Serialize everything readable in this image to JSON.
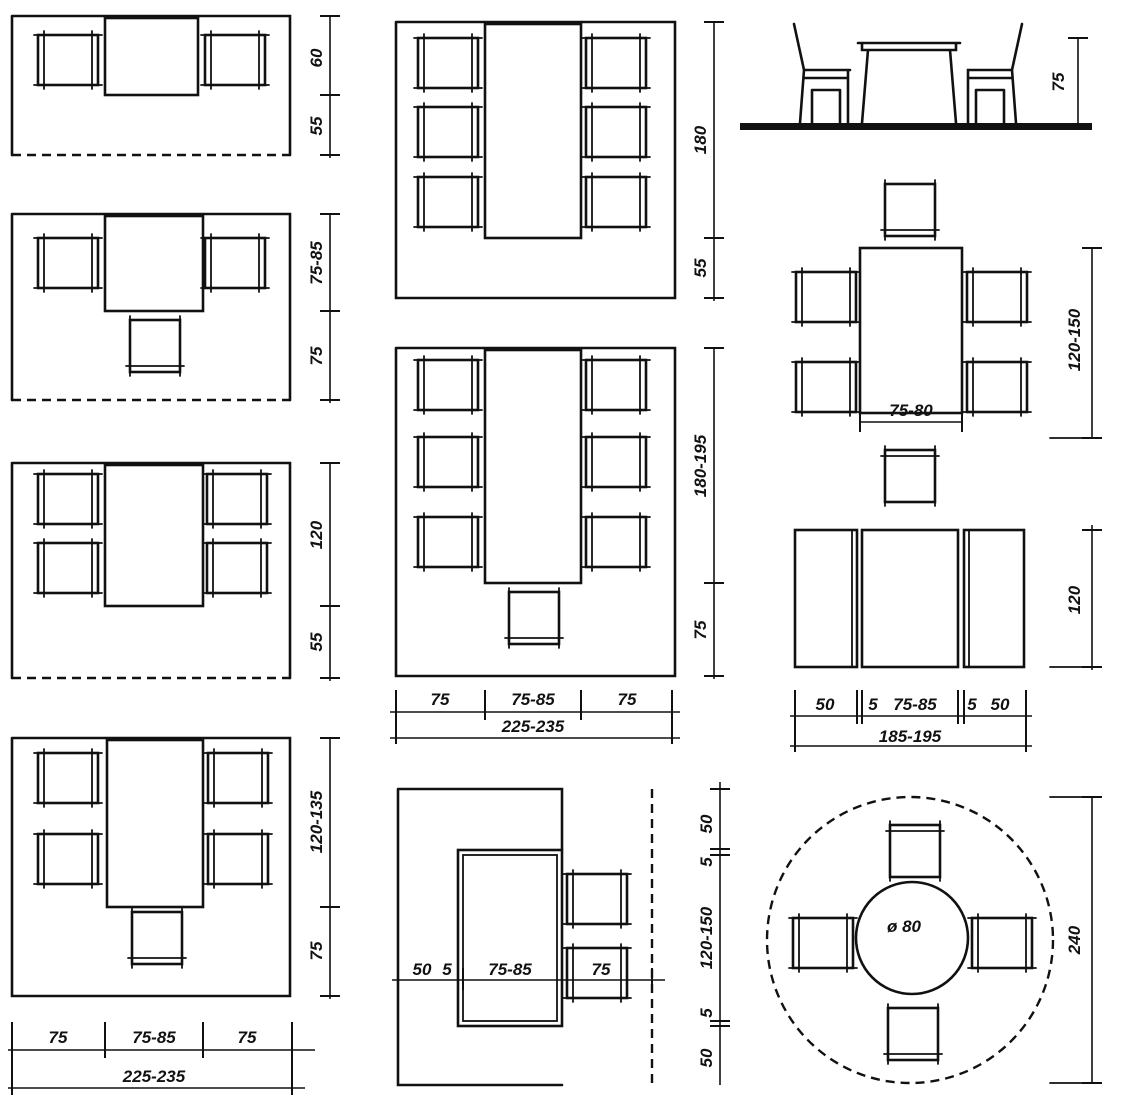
{
  "diagram": {
    "plan_a": {
      "dims": [
        "60",
        "55"
      ]
    },
    "plan_b": {
      "dims": [
        "75-85",
        "75"
      ]
    },
    "plan_c": {
      "dims": [
        "120",
        "55"
      ]
    },
    "plan_d": {
      "dims": [
        "120-135",
        "75"
      ],
      "widths": [
        "75",
        "75-85",
        "75"
      ],
      "total": "225-235"
    },
    "plan_e": {
      "dims": [
        "180",
        "55"
      ]
    },
    "plan_f": {
      "dims": [
        "180-195",
        "75"
      ],
      "widths": [
        "75",
        "75-85",
        "75"
      ],
      "total": "225-235"
    },
    "plan_g": {
      "vdims": [
        "50",
        "5",
        "120-150",
        "5",
        "50"
      ],
      "hdims": [
        "50",
        "5",
        "75-85",
        "75"
      ]
    },
    "elevation": {
      "height": "75"
    },
    "plan_h": {
      "length": "120-150",
      "table_width": "75-80"
    },
    "plan_i": {
      "height": "120",
      "widths": [
        "50",
        "5",
        "75-85",
        "5",
        "50"
      ],
      "total": "185-195"
    },
    "plan_j": {
      "diameter": "ø 80",
      "outer": "240"
    }
  }
}
